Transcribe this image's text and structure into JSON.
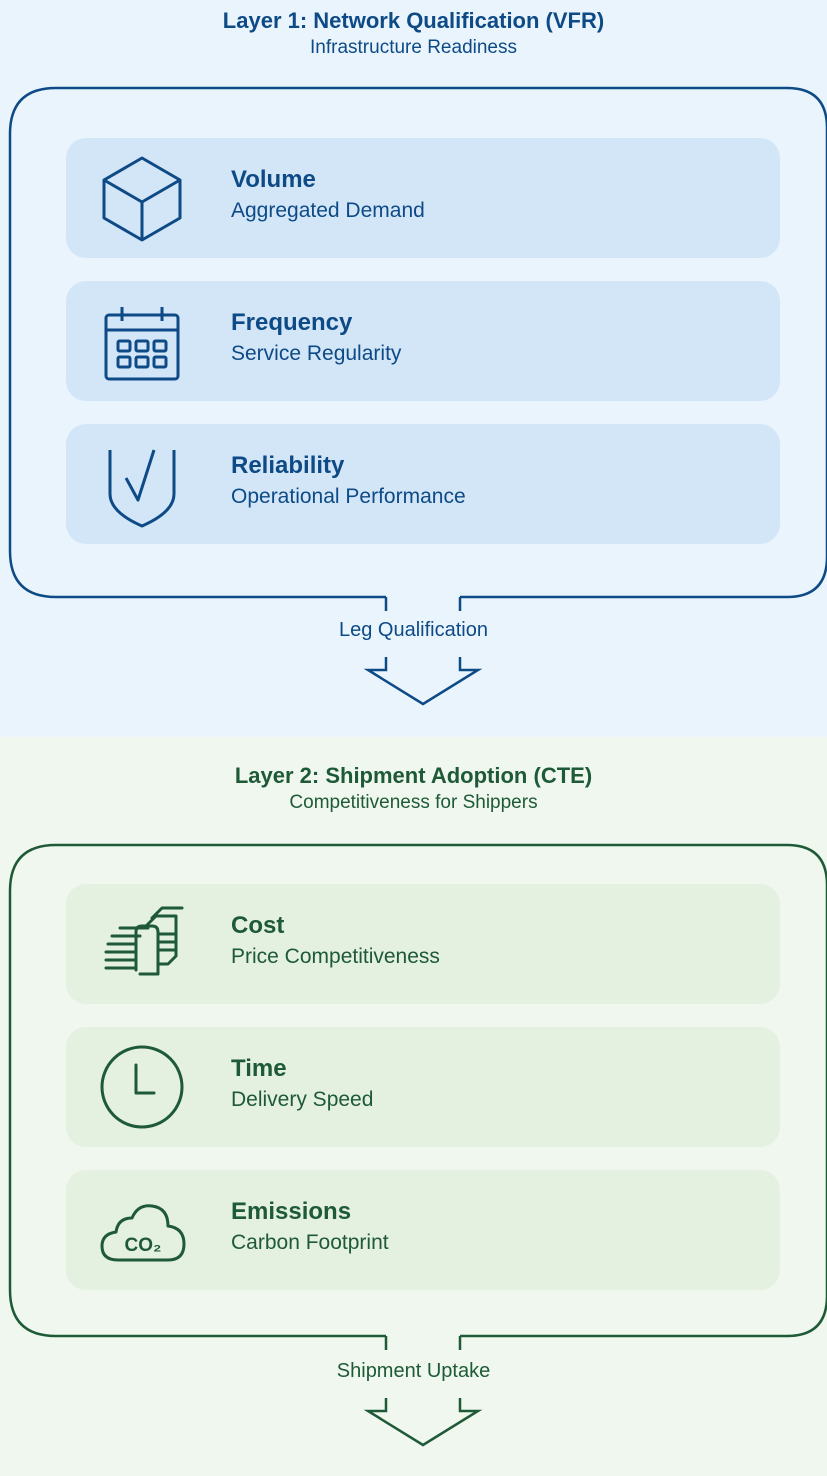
{
  "colors": {
    "layer1_background": "#eaf4fd",
    "layer1_card": "#d3e6f8",
    "layer1_accent": "#0d4a86",
    "layer2_background": "#eff7ee",
    "layer2_card": "#e4f0e0",
    "layer2_accent": "#1e5a37"
  },
  "layer1": {
    "title": "Layer 1: Network Qualification (VFR)",
    "subtitle": "Infrastructure Readiness",
    "cards": [
      {
        "icon": "cube-icon",
        "title": "Volume",
        "description": "Aggregated Demand"
      },
      {
        "icon": "calendar-icon",
        "title": "Frequency",
        "description": "Service Regularity"
      },
      {
        "icon": "shield-check-icon",
        "title": "Reliability",
        "description": "Operational Performance"
      }
    ],
    "flow_label": "Leg Qualification"
  },
  "layer2": {
    "title": "Layer 2: Shipment Adoption (CTE)",
    "subtitle": "Competitiveness for Shippers",
    "cards": [
      {
        "icon": "money-stack-icon",
        "title": "Cost",
        "description": "Price Competitiveness"
      },
      {
        "icon": "clock-icon",
        "title": "Time",
        "description": "Delivery Speed"
      },
      {
        "icon": "co2-cloud-icon",
        "title": "Emissions",
        "description": "Carbon Footprint"
      }
    ],
    "flow_label": "Shipment Uptake",
    "co2_text": "CO₂"
  }
}
